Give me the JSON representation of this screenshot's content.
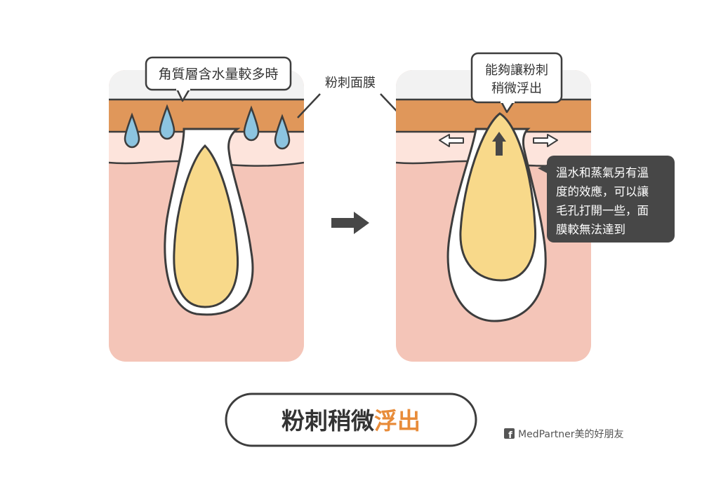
{
  "left_panel": {
    "callout": "角質層含水量較多時"
  },
  "center": {
    "label": "粉刺面膜",
    "arrow_icon": "right-arrow-icon"
  },
  "right_panel": {
    "callout_line1": "能夠讓粉刺",
    "callout_line2": "稍微浮出",
    "info_lines": [
      "溫水和蒸氣另有溫",
      "度的效應，可以讓",
      "毛孔打開一些，面",
      "膜較無法達到"
    ]
  },
  "title": {
    "part1": "粉刺稍微",
    "part2": "浮出"
  },
  "credit": {
    "icon": "facebook-icon",
    "text": "MedPartner美的好朋友"
  },
  "colors": {
    "skin_top": "#e0975a",
    "skin_mid": "#fde4dc",
    "skin_deep": "#f4c5b8",
    "sebum": "#f8d98a",
    "water_drop": "#8cc4e0",
    "outline": "#3d3d3d",
    "info_box": "#474747",
    "accent_orange": "#e88c3a"
  }
}
